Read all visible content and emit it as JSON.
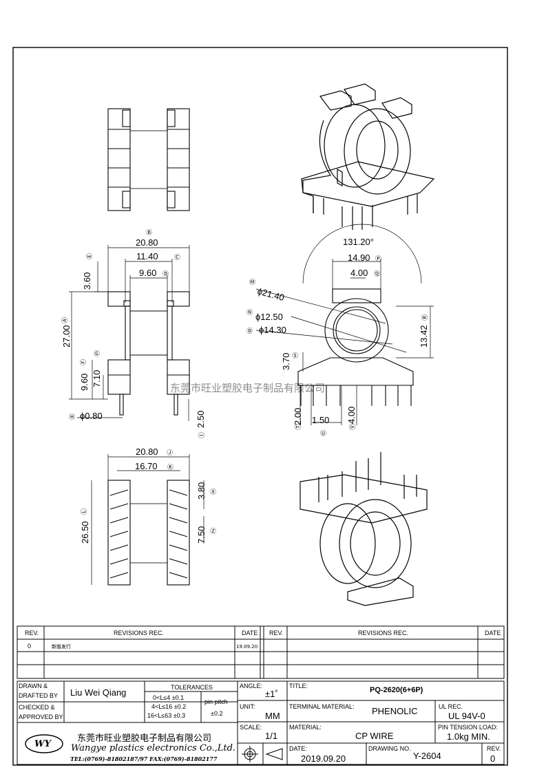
{
  "dims": {
    "top_width": "20.80",
    "core_width": "11.40",
    "inner_width": "9.60",
    "flange_h": "3.60",
    "total_h": "27.00",
    "lower_h": "9.60",
    "lower_h2": "7.10",
    "pin_dia": "ϕ0.80",
    "pin_len": "2.50",
    "angle": "131.20°",
    "w_1490": "14.90",
    "w_400": "4.00",
    "d_2140": "ϕ21.40",
    "d_1250": "ϕ12.50",
    "d_1430": "ϕ14.30",
    "h_1342": "13.42",
    "h_370": "3.70",
    "h_200": "2.00",
    "w_150": "1.50",
    "h_400": "4.00",
    "bot_width": "20.80",
    "bot_inner": "16.70",
    "bot_380": "3.80",
    "bot_750": "7.50",
    "bot_2650": "26.50"
  },
  "markers": {
    "b": "Ⓑ",
    "c": "Ⓒ",
    "d": "Ⓓ",
    "e": "Ⓔ",
    "a": "Ⓐ",
    "f": "Ⓕ",
    "g": "Ⓖ",
    "h": "Ⓗ",
    "i": "Ⓘ",
    "m": "Ⓜ",
    "n": "Ⓝ",
    "p": "Ⓟ",
    "q": "Ⓠ",
    "r": "Ⓡ",
    "s": "Ⓢ",
    "t": "Ⓣ",
    "u": "Ⓤ",
    "v": "Ⓥ",
    "j": "Ⓙ",
    "k": "Ⓚ",
    "l": "Ⓛ",
    "x": "Ⓧ",
    "z": "Ⓩ"
  },
  "watermark": "东莞市旺业塑胶电子制品有限公司",
  "revisions": {
    "rev_label": "REV.",
    "revisions_label": "REVISIONS  REC.",
    "date_label": "DATE",
    "row_rev": "0",
    "row_desc": "新版发行",
    "row_date": "19.09.20"
  },
  "titleblock": {
    "drawn_label": "DRAWN &",
    "drafted_label": "DRAFTED BY",
    "drawn_name": "Liu Wei Qiang",
    "checked_label": "CHECKED &",
    "approved_label": "APPROVED BY",
    "tolerances_label": "TOLERANCES",
    "tol1": "0<L≤4   ±0.1",
    "tol2": "4<L≤16  ±0.2",
    "tol3": "16<L≤63  ±0.3",
    "pitch_label": "pin pitch",
    "pitch_val": "±0.2",
    "angle_label": "ANGLE:",
    "angle_val": "±1˚",
    "unit_label": "UNIT:",
    "unit_val": "MM",
    "scale_label": "SCALE:",
    "scale_val": "1/1",
    "title_label": "TITLE:",
    "title_val": "PQ-2620(6+6P)",
    "terminal_label": "TERMINAL MATERIAL:",
    "terminal_val": "PHENOLIC",
    "ul_label": "UL REC.",
    "ul_val": "UL 94V-0",
    "material_label": "MATERIAL:",
    "material_val": "CP WIRE",
    "pin_label": "PIN TENSION LOAD:",
    "pin_val": "1.0kg MIN.",
    "date_label": "DATE:",
    "date_val": "2019.09.20",
    "drawing_label": "DRAWING NO.",
    "drawing_val": "Y-2604",
    "rev_label": "REV.",
    "rev_val": "0",
    "company_cn": "东莞市旺业塑胶电子制品有限公司",
    "company_en": "Wangye plastics electronics Co.,Ltd.",
    "logo": "WY",
    "contact": "TEL:(0769)-81802187/97  FAX:(0769)-81802177"
  }
}
